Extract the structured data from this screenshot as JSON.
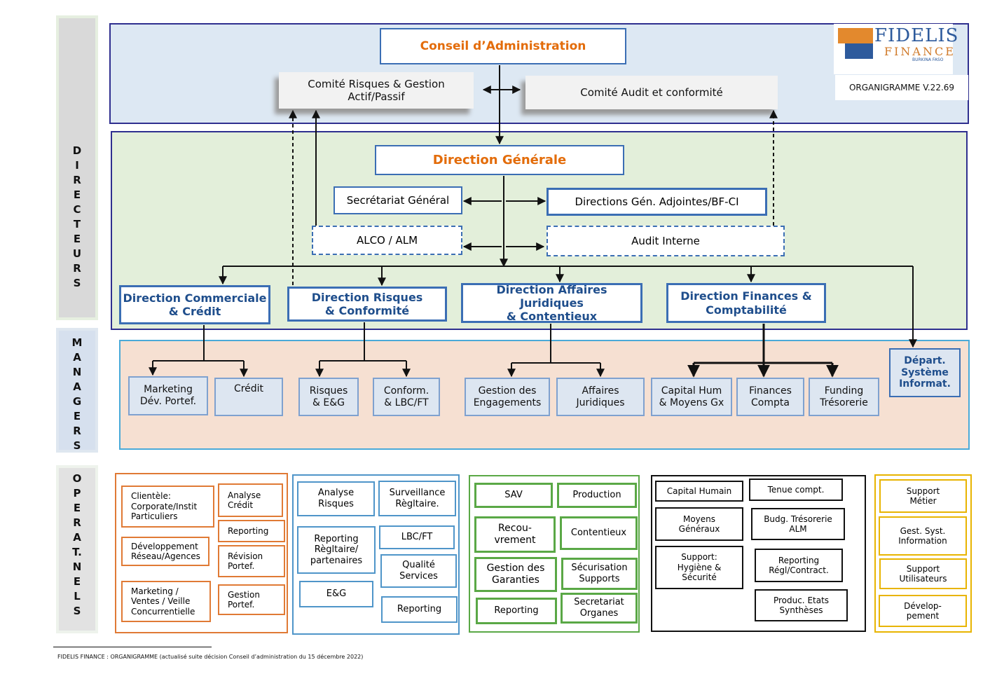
{
  "logo": {
    "line1": "FIDELIS",
    "line2": "FINANCE",
    "line3": "BURKINA FASO"
  },
  "version": "ORGANIGRAMME V.22.69",
  "side_labels": {
    "directeurs": [
      "D",
      "I",
      "R",
      "E",
      "C",
      "T",
      "E",
      "U",
      "R",
      "S"
    ],
    "managers": [
      "M",
      "A",
      "N",
      "A",
      "G",
      "E",
      "R",
      "S"
    ],
    "operationnels": [
      "O",
      "P",
      "E",
      "R",
      "A",
      "T.",
      "N",
      "E",
      "L",
      "S"
    ]
  },
  "board": {
    "conseil": "Conseil d’Administration",
    "comite_risques": "Comité Risques & Gestion\nActif/Passif",
    "comite_audit": "Comité Audit et conformité"
  },
  "direction": {
    "generale": "Direction Générale",
    "secretariat": "Secrétariat Général",
    "adjointes": "Directions Gén. Adjointes/BF-CI",
    "alco": "ALCO / ALM",
    "audit": "Audit Interne",
    "commerciale": "Direction Commerciale\n& Crédit",
    "risques": "Direction Risques\n& Conformité",
    "juridiques": "Direction Affaires Juridiques\n& Contentieux",
    "finances": "Direction Finances &\nComptabilité"
  },
  "managers": {
    "marketing": "Marketing\nDév. Portef.",
    "credit": "Crédit",
    "risques": "Risques\n& E&G",
    "conform": "Conform.\n& LBC/FT",
    "engagements": "Gestion des\nEngagements",
    "affaires": "Affaires\nJuridiques",
    "capital": "Capital Hum\n& Moyens Gx",
    "finances": "Finances\nCompta",
    "funding": "Funding\nTrésorerie",
    "depart": "Départ.\nSystème\nInformat."
  },
  "ops": {
    "orange": [
      "Clientèle:\nCorporate/Instit\nParticuliers",
      "Analyse\nCrédit",
      "Reporting",
      "Développement\nRéseau/Agences",
      "Révision\nPortef.",
      "Marketing /\nVentes / Veille\nConcurrentielle",
      "Gestion\nPortef."
    ],
    "blue": [
      "Analyse\nRisques",
      "Surveillance\nRèglt​aire.",
      "Reporting\nRèglt​aire/\npartenaires",
      "LBC/FT",
      "Qualité\nServices",
      "E&G",
      "Reporting"
    ],
    "green": [
      "SAV",
      "Production",
      "Recou-\nvrement",
      "Contentieux",
      "Gestion des\nGaranties",
      "Sécurisation\nSupports",
      "Reporting",
      "Secretariat\nOrganes"
    ],
    "black": [
      "Capital Humain",
      "Tenue compt.",
      "Moyens\nGénéraux",
      "Budg. Trésorerie\nALM",
      "Support:\nHygiène &\nSécurité",
      "Reporting\nRégl/Contract.",
      "Produc. Etats\nSynthèses"
    ],
    "yellow": [
      "Support\nMétier",
      "Gest. Syst.\nInformation",
      "Support\nUtilisateurs",
      "Dévelop-\npement"
    ]
  },
  "footnote": "FIDELIS FINANCE : ORGANIGRAMME (actualisé suite décision Conseil d’administration du 15 décembre 2022)",
  "colors": {
    "blue": "#3b6eb4",
    "navy": "#1f4e8c",
    "orange": "#e07a35",
    "accent": "#e36c0a",
    "green": "#5aa846",
    "yellow": "#e8b400"
  }
}
